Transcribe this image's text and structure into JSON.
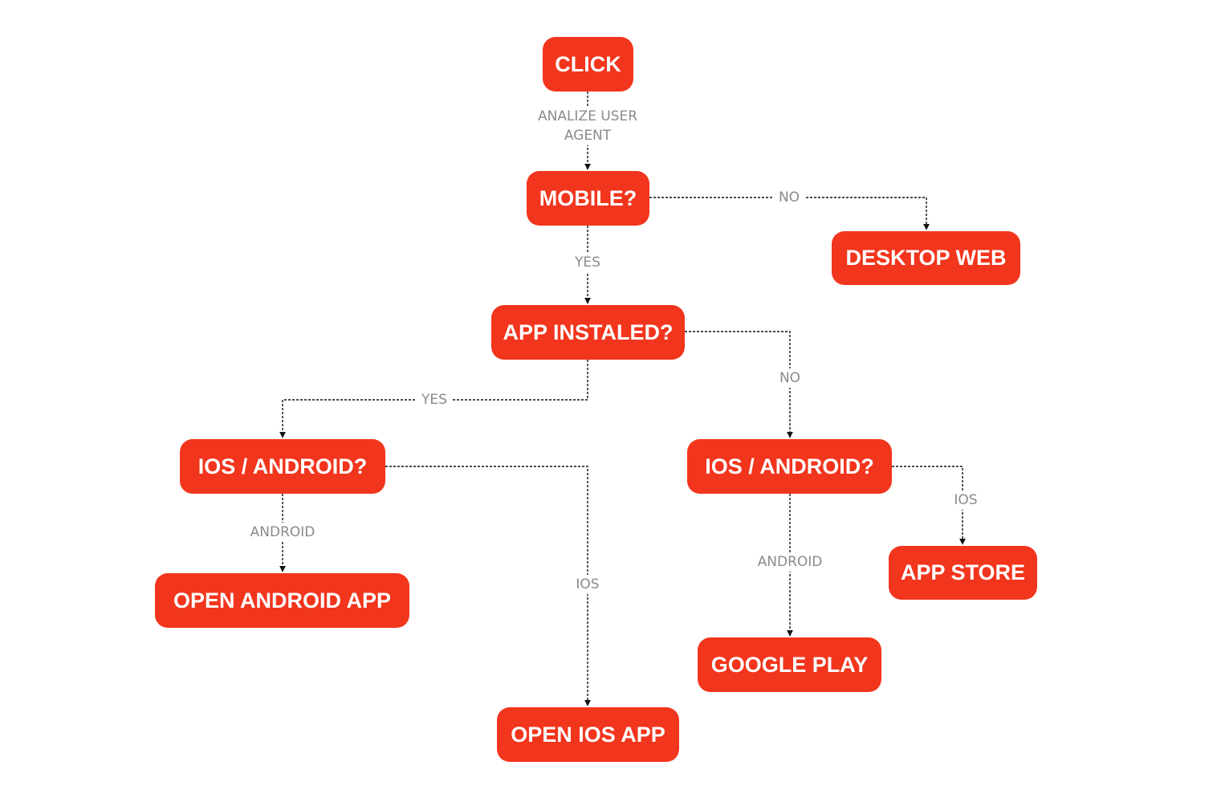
{
  "nodes": {
    "click": "CLICK",
    "mobile": "MOBILE?",
    "desktop_web": "DESKTOP WEB",
    "app_installed": "APP INSTALED?",
    "os_installed": "IOS / ANDROID?",
    "os_not_installed": "IOS / ANDROID?",
    "open_android_app": "OPEN ANDROID APP",
    "open_ios_app": "OPEN IOS APP",
    "google_play": "GOOGLE PLAY",
    "app_store": "APP STORE"
  },
  "edge_labels": {
    "analyze_user_agent": "ANALIZE USER AGENT",
    "mobile_no": "NO",
    "mobile_yes": "YES",
    "installed_yes": "YES",
    "installed_no": "NO",
    "installed_android": "ANDROID",
    "installed_ios": "IOS",
    "not_installed_android": "ANDROID",
    "not_installed_ios": "IOS"
  }
}
